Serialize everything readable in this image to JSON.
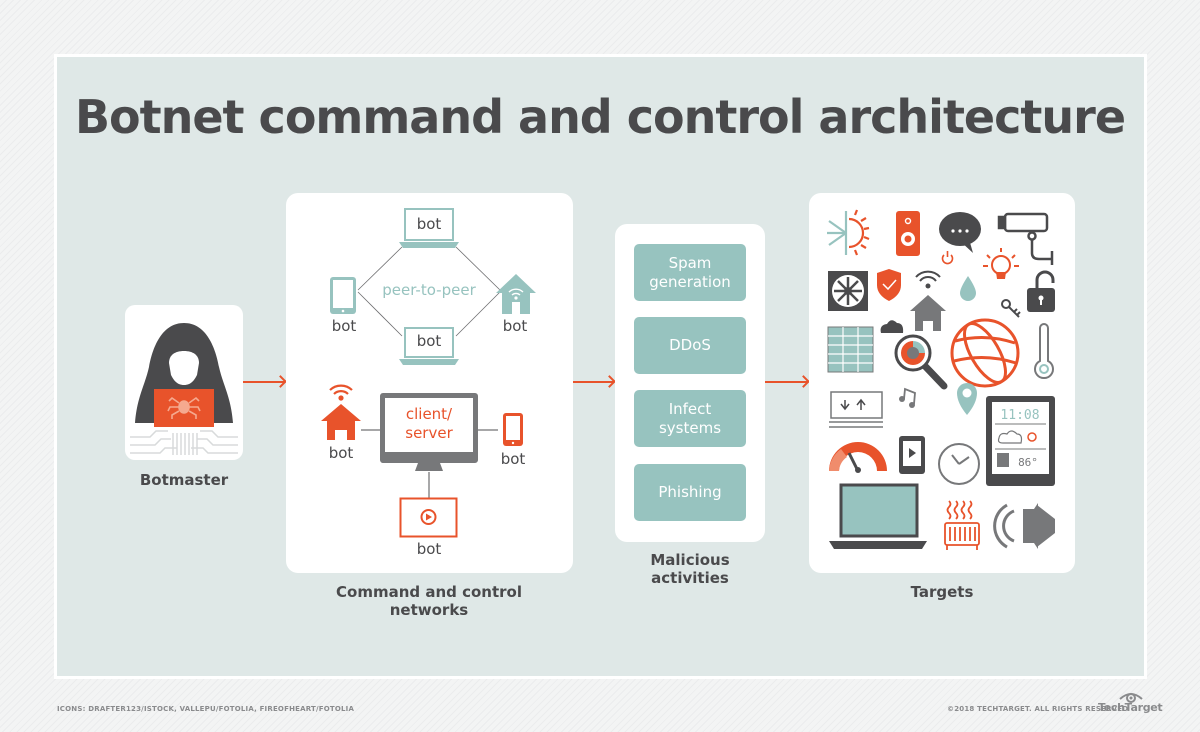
{
  "title": "Botnet command and control architecture",
  "colors": {
    "accent_orange": "#e8532b",
    "teal": "#97c3bf",
    "dark_gray": "#4a4a4c",
    "panel_bg": "#dfe8e7"
  },
  "botmaster": {
    "label": "Botmaster",
    "icon": "hooded-hacker-with-laptop-icon"
  },
  "c2": {
    "label_line1": "Command and control",
    "label_line2": "networks",
    "p2p": {
      "label": "peer-to-peer",
      "nodes": [
        {
          "label": "bot",
          "icon": "laptop-icon"
        },
        {
          "label": "bot",
          "icon": "tablet-icon"
        },
        {
          "label": "bot",
          "icon": "smart-home-icon"
        },
        {
          "label": "bot",
          "icon": "laptop-icon"
        }
      ]
    },
    "client_server": {
      "label_line1": "client/",
      "label_line2": "server",
      "nodes": [
        {
          "label": "bot",
          "icon": "smart-home-icon"
        },
        {
          "label": "bot",
          "icon": "smartphone-icon"
        },
        {
          "label": "bot",
          "icon": "video-player-icon"
        }
      ]
    }
  },
  "malicious": {
    "label_line1": "Malicious",
    "label_line2": "activities",
    "items": [
      {
        "line1": "Spam",
        "line2": "generation"
      },
      {
        "line1": "DDoS",
        "line2": ""
      },
      {
        "line1": "Infect",
        "line2": "systems"
      },
      {
        "line1": "Phishing",
        "line2": ""
      }
    ]
  },
  "targets": {
    "label": "Targets",
    "icons": [
      "ac-thermostat-icon",
      "speaker-icon",
      "chat-bubble-icon",
      "security-camera-icon",
      "power-icon",
      "light-bulb-icon",
      "fan-icon",
      "shield-check-icon",
      "wifi-icon",
      "water-drop-icon",
      "unlocked-padlock-icon",
      "key-icon",
      "home-icon",
      "cloud-icon",
      "solar-panel-icon",
      "analytics-magnifier-icon",
      "globe-icon",
      "thermometer-icon",
      "garage-door-icon",
      "music-note-icon",
      "location-pin-icon",
      "smart-display-icon",
      "speedometer-icon",
      "tablet-play-icon",
      "clock-icon",
      "laptop-icon",
      "radiator-icon",
      "volume-speaker-icon"
    ],
    "smart_display": {
      "time": "11:08",
      "temp": "86°"
    }
  },
  "footer": {
    "credits": "ICONS: DRAFTER123/ISTOCK, VALLEPU/FOTOLIA, FIREOFHEART/FOTOLIA",
    "copyright": "©2018 TECHTARGET. ALL RIGHTS RESERVED",
    "brand": "TechTarget"
  }
}
